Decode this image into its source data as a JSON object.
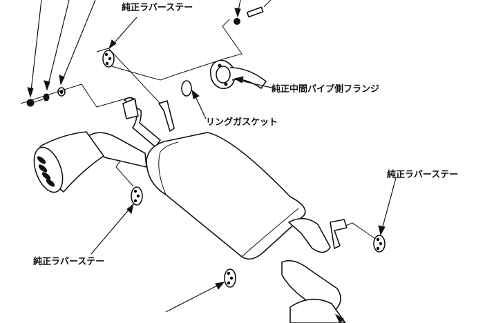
{
  "labels": {
    "rubber_stay_top": "純正ラバーステー",
    "rubber_stay_right": "純正ラバーステー",
    "rubber_stay_left": "純正ラバーステー",
    "mid_pipe_flange": "純正中間パイプ側フランジ",
    "ring_gasket": "リングガスケット"
  },
  "colors": {
    "line": "#111111",
    "background": "#ffffff"
  }
}
